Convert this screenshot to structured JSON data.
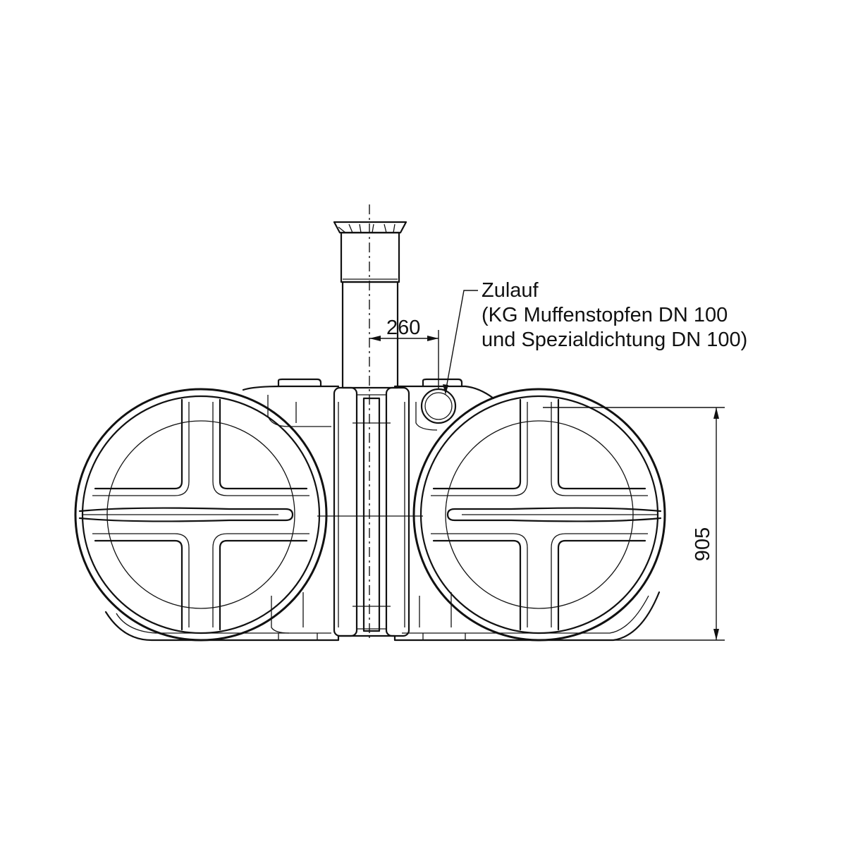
{
  "annotations": {
    "inlet_title": "Zulauf",
    "inlet_line1": "(KG Muffenstopfen DN 100",
    "inlet_line2": "und Spezialdichtung DN 100)"
  },
  "dimensions": {
    "pipe_offset": "260",
    "tank_height": "905"
  }
}
